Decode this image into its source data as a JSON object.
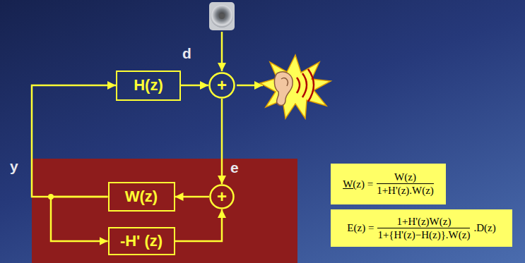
{
  "diagram": {
    "nodes": [
      {
        "text": [
          "H(z)"
        ]
      },
      {
        "text": [
          "+"
        ]
      },
      {
        "text": [
          "W(z)"
        ]
      },
      {
        "text": [
          "+"
        ]
      },
      {
        "text": [
          "-H' (z)"
        ]
      },
      {
        "text": [
          "W(z) =",
          "W(z)",
          "1+H'(z).W(z)"
        ]
      },
      {
        "text": [
          "E(z) =",
          "1+H'(z)W(z)",
          "1+{H'(z)−H(z)}.W(z)",
          ".D(z)"
        ]
      }
    ],
    "edges": [
      {
        "from": 0,
        "to": 1,
        "arrow": "to"
      },
      {
        "from": 1,
        "to": 3,
        "arrow": "to"
      },
      {
        "from": 3,
        "to": 2,
        "arrow": "to"
      },
      {
        "from": 2,
        "to": 0,
        "arrow": "to"
      },
      {
        "from": 2,
        "to": 4,
        "arrow": "to"
      },
      {
        "from": 4,
        "to": 3,
        "arrow": "to"
      }
    ],
    "labels": [
      "d",
      "y",
      "e"
    ]
  }
}
